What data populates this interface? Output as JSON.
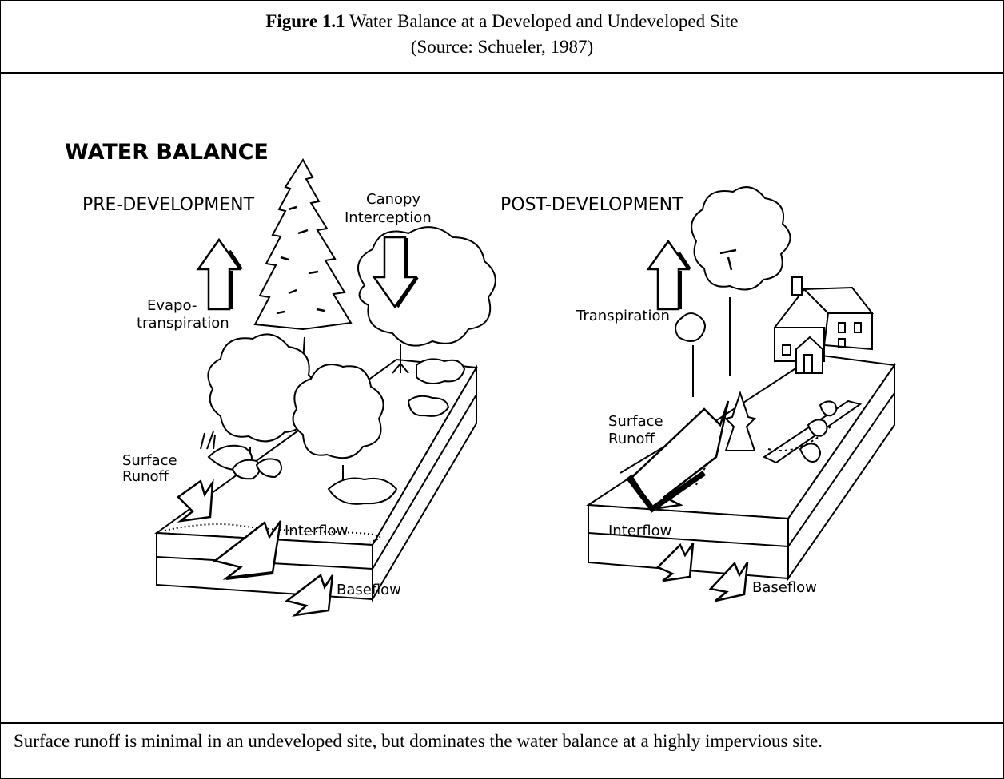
{
  "header": {
    "figure_label": "Figure 1.1",
    "title": "Water Balance at a Developed and Undeveloped Site",
    "source": "(Source:  Schueler, 1987)"
  },
  "diagram": {
    "main_title": "WATER BALANCE",
    "pre": {
      "heading": "PRE-DEVELOPMENT",
      "canopy_line1": "Canopy",
      "canopy_line2": "Interception",
      "evapo_line1": "Evapo-",
      "evapo_line2": "transpiration",
      "surface_line1": "Surface",
      "surface_line2": "Runoff",
      "interflow": "Interflow",
      "baseflow": "Baseflow"
    },
    "post": {
      "heading": "POST-DEVELOPMENT",
      "transpiration": "Transpiration",
      "surface_line1": "Surface",
      "surface_line2": "Runoff",
      "interflow": "Interflow",
      "baseflow": "Baseflow"
    }
  },
  "caption": "Surface runoff is minimal in an undeveloped site, but dominates the water balance at a highly impervious site."
}
